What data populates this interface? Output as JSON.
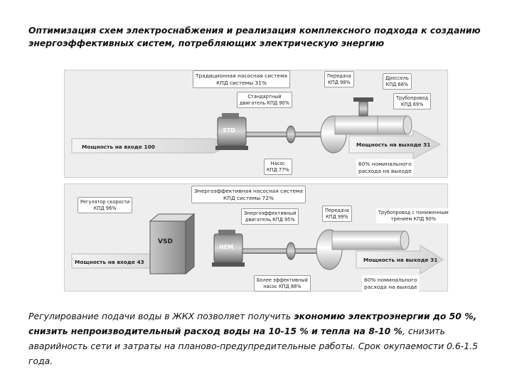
{
  "title": "Оптимизация схем электроснабжения и реализация комплексного подхода к созданию энергоэффективных систем, потребляющих электрическую энергию",
  "top_panel": {
    "heading": [
      "Традиционная насосная система",
      "КПД системы 31%"
    ],
    "transmission": [
      "Передача",
      "КПД 98%"
    ],
    "throttle": [
      "Дроссель",
      "КПД 66%"
    ],
    "motor": [
      "Стандартный",
      "двигатель КПД 90%"
    ],
    "pipeline": [
      "Трубопровод",
      "КПД 69%"
    ],
    "motor_tag": "STD",
    "input": "Мощность на входе 100",
    "output": "Мощность на выходе 31",
    "pump": [
      "Насос",
      "КПД 77%"
    ],
    "nominal": [
      "60% номинального",
      "расхода на выходе"
    ]
  },
  "bottom_panel": {
    "heading": [
      "Энергоэффективная насосная система",
      "КПД системы 72%"
    ],
    "speed_regulator": [
      "Регулятор скорости",
      "КПД 96%"
    ],
    "motor": [
      "Энергоэффективный",
      "двигатель КПД 95%"
    ],
    "transmission": [
      "Передача",
      "КПД 99%"
    ],
    "pipeline": [
      "Трубопровод с пониженным",
      "трением КПД 90%"
    ],
    "vsd_tag": "VSD",
    "motor_tag": "HEM",
    "input": "Мощность на входе 43",
    "output": "Мощность на выходе 31",
    "pump": [
      "Более эффективный",
      "насос КПД 88%"
    ],
    "nominal": [
      "60% номинального",
      "расхода на выходе"
    ]
  },
  "body": {
    "part1": "Регулирование подачи воды в ЖКХ позволяет получить ",
    "part2": "экономию электроэнергии до 50 %, снизить непроизводительный расход воды на 10-15 % и тепла на 8-10 %",
    "part3": ", снизить аварийность сети и затраты на планово-предупредительные работы. Срок окупаемости 0.6-1.5 года."
  }
}
